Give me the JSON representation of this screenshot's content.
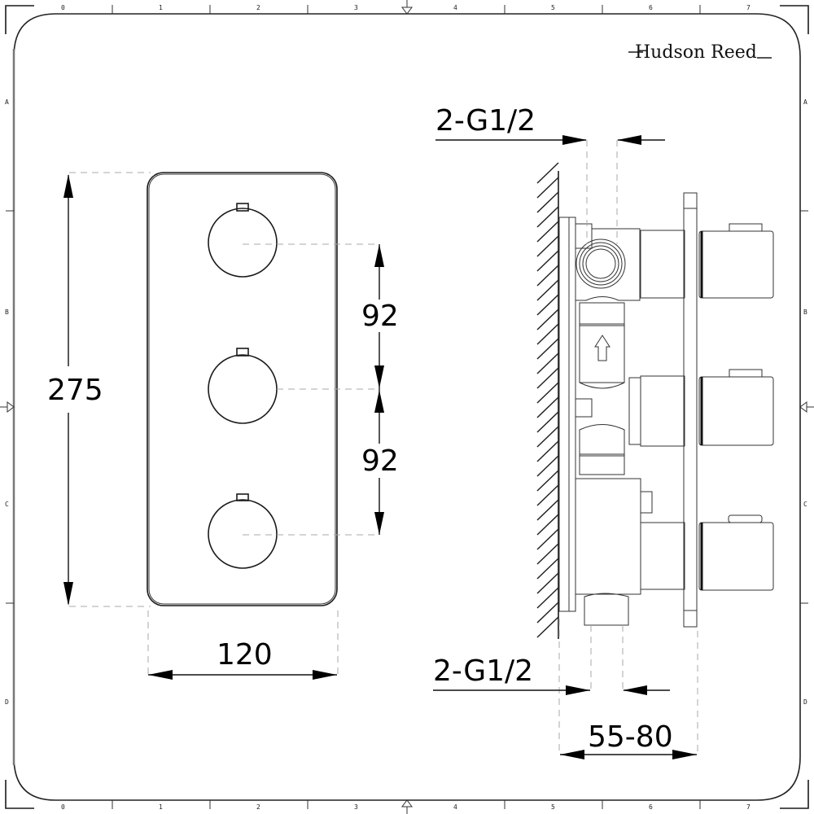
{
  "brand": {
    "name": "Hudson Reed"
  },
  "frame": {
    "top_columns": [
      "0",
      "1",
      "2",
      "3",
      "4",
      "5",
      "6",
      "7"
    ],
    "bottom_columns": [
      "0",
      "1",
      "2",
      "3",
      "4",
      "5",
      "6",
      "7"
    ],
    "left_rows": [
      "A",
      "B",
      "C",
      "D"
    ],
    "right_rows": [
      "A",
      "B",
      "C",
      "D"
    ]
  },
  "front_view": {
    "height_dimension": "275",
    "width_dimension": "120",
    "spacing_upper": "92",
    "spacing_lower": "92",
    "knob_count": 3
  },
  "side_view": {
    "top_connection": "2-G1/2",
    "bottom_connection": "2-G1/2",
    "depth_range": "55-80",
    "flow_direction": "up-arrow"
  },
  "colors": {
    "line": "#1a1a1a",
    "dashed": "#aaaaaa",
    "background": "#ffffff"
  }
}
